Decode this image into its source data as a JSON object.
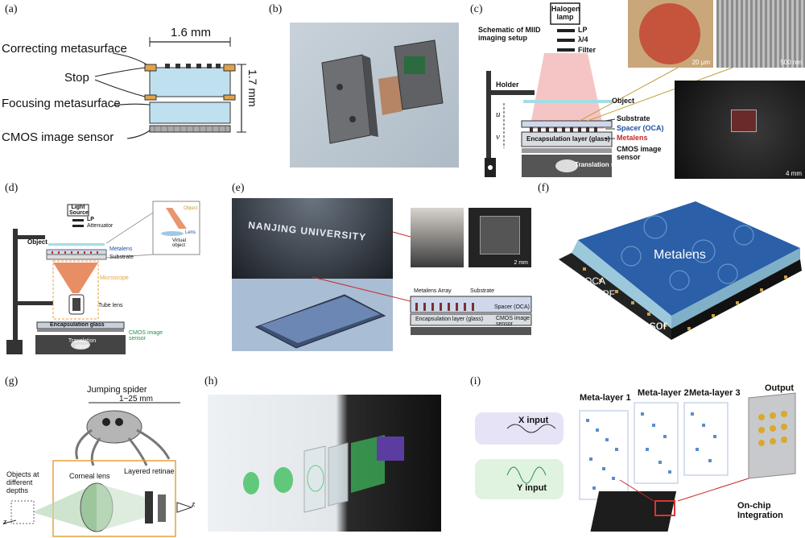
{
  "panels": {
    "a": {
      "label": "(a)",
      "correcting": "Correcting metasurface",
      "stop": "Stop",
      "focusing": "Focusing metasurface",
      "cmos": "CMOS image sensor",
      "width_dim": "1.6 mm",
      "height_dim": "1.7 mm"
    },
    "b": {
      "label": "(b)"
    },
    "c": {
      "label": "(c)",
      "halogen": "Halogen lamp",
      "schematic": "Schematic of MIID imaging setup",
      "lp": "LP",
      "lambda4": "λ/4",
      "filter": "Filter",
      "holder": "Holder",
      "object": "Object",
      "substrate": "Substrate",
      "spacer": "Spacer (OCA)",
      "metalens": "Metalens",
      "encapsulation": "Encapsulation layer (glass)",
      "cmos": "CMOS image sensor",
      "translation": "Translation stage",
      "u": "u",
      "v": "v",
      "scale1": "20 μm",
      "scale2": "500 nm",
      "scale3": "4 mm"
    },
    "d": {
      "label": "(d)",
      "light": "Light Source",
      "lp": "LP",
      "attenuator": "Attenuator",
      "object": "Object",
      "metalens": "Metalens",
      "substrate": "Substrate",
      "microscope": "Microscope",
      "tube": "Tube lens",
      "encapsulation": "Encapsulation glass",
      "cmos": "CMOS image sensor",
      "translation": "Translation stage",
      "inset_object": "Object",
      "inset_lens": "Lens",
      "inset_virtual": "Virtual object"
    },
    "e": {
      "label": "(e)",
      "university": "NANJING UNIVERSITY",
      "scale": "2 mm",
      "metalens_array": "Metalens Array",
      "substrate": "Substrate",
      "spacer": "Spacer (OCA)",
      "encapsulation": "Encapsulation layer (glass)",
      "cmos": "CMOS image sensor"
    },
    "f": {
      "label": "(f)",
      "metalens": "Metalens",
      "oca1": "OCA",
      "cpf": "CPF",
      "oca2": "OCA",
      "sensor": "Image sensor"
    },
    "g": {
      "label": "(g)",
      "spider": "Jumping spider",
      "range": "1~25 mm",
      "objects": "Objects at different depths",
      "corneal": "Corneal lens",
      "retinae": "Layered retinae",
      "z1": "z",
      "z2": "z"
    },
    "h": {
      "label": "(h)"
    },
    "i": {
      "label": "(i)",
      "meta1": "Meta-layer 1",
      "meta2": "Meta-layer 2",
      "meta3": "Meta-layer 3",
      "output": "Output",
      "x_input": "X input",
      "y_input": "Y input",
      "onchip": "On-chip Integration"
    }
  },
  "colors": {
    "gold": "#e0a24a",
    "glass": "#bfe0ee",
    "red": "#c62828",
    "blue": "#1f4fa3",
    "green": "#2fbf5a",
    "photo_gray": "#d6dde3"
  }
}
